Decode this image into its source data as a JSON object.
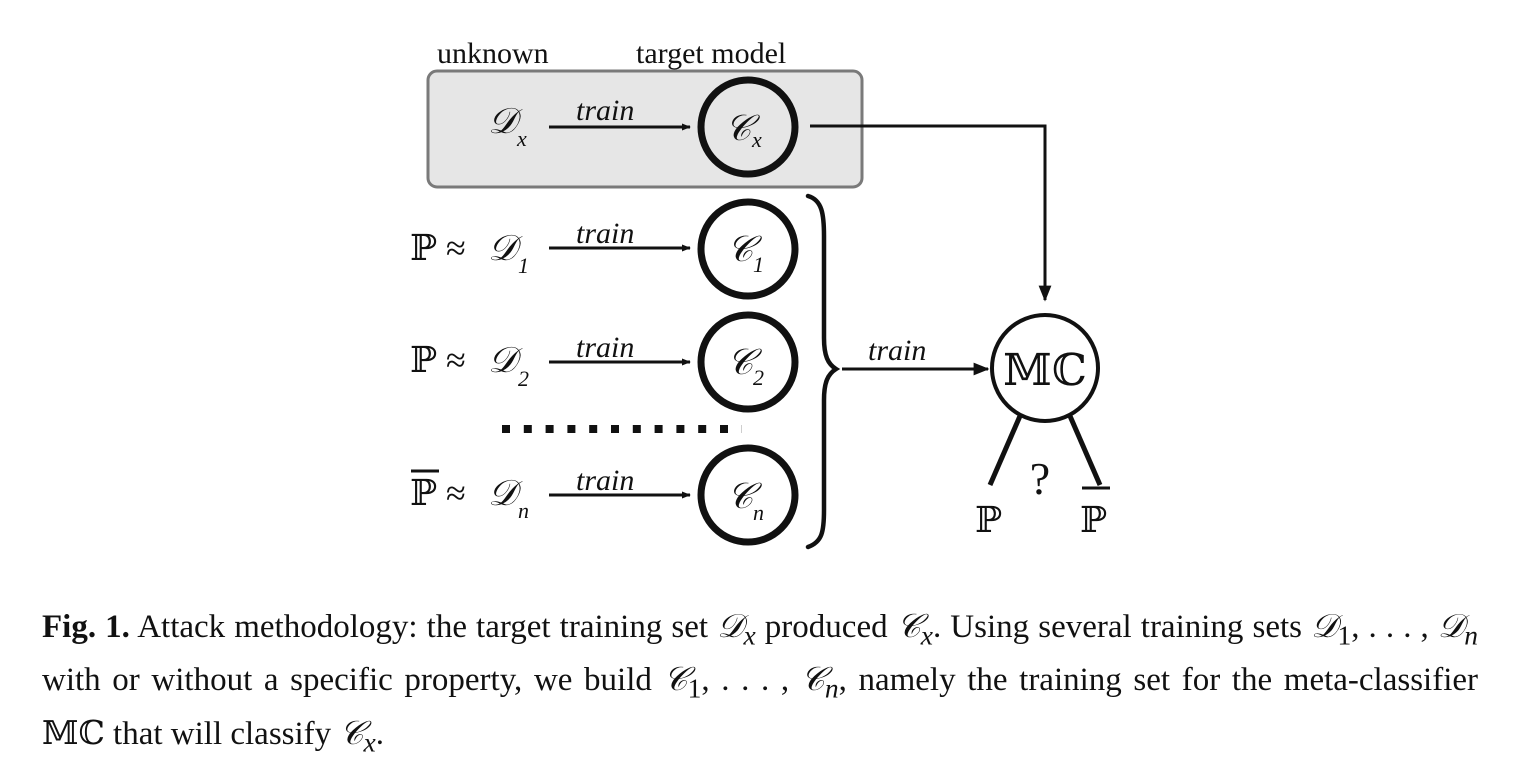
{
  "diagram": {
    "header_left": "unknown",
    "header_right": "target model",
    "edge_label": "train",
    "bb_P": "ℙ",
    "approx": "≈",
    "dataset_symbol": "𝒟",
    "classifier_symbol": "𝒞",
    "subscripts": [
      "x",
      "1",
      "2",
      "n"
    ],
    "meta_classifier": "𝕄ℂ",
    "question": "?",
    "outputs": [
      "ℙ",
      "ℙ"
    ],
    "colors": {
      "box_fill": "#e6e6e6",
      "box_stroke": "#7a7a7a",
      "ink": "#111111"
    }
  },
  "caption": {
    "label": "Fig. 1.",
    "segments": [
      " Attack methodology: the target training set ",
      "𝒟",
      "x",
      " produced ",
      "𝒞",
      "x",
      ". Using several training sets ",
      "𝒟",
      "1",
      ", . . . , ",
      "𝒟",
      "n",
      " with or without a specific property, we build ",
      "𝒞",
      "1",
      ", . . . , ",
      "𝒞",
      "n",
      ", namely the training set for the meta-classifier ",
      "𝕄ℂ",
      " that will classify ",
      "𝒞",
      "x",
      "."
    ]
  }
}
